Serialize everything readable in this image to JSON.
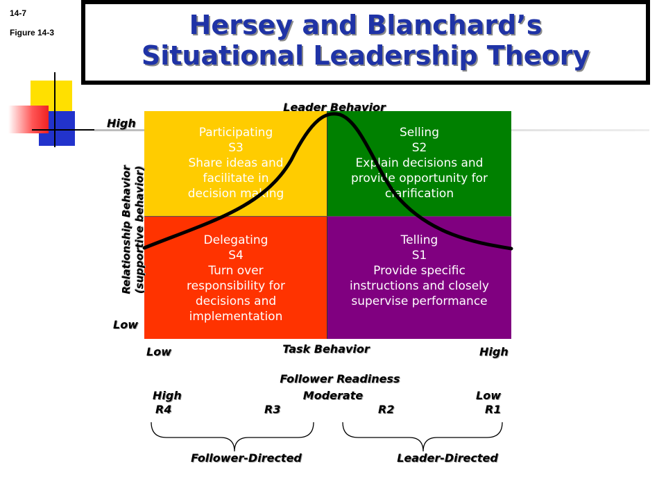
{
  "slide_number": "14-7",
  "figure_number": "Figure 14-3",
  "title": {
    "line1": "Hersey and Blanchard’s",
    "line2": "Situational Leadership Theory"
  },
  "axes": {
    "top": "Leader Behavior",
    "y_high": "High",
    "y_low": "Low",
    "y_label_line1": "Relationship Behavior",
    "y_label_line2": "(supportive behavior)",
    "x_low": "Low",
    "x_high": "High",
    "x_label": "Task Behavior"
  },
  "quadrants": {
    "s3": {
      "name": "Participating",
      "code": "S3",
      "desc": [
        "Share ideas and",
        "facilitate in",
        "decision making"
      ],
      "color": "#ffcc00"
    },
    "s2": {
      "name": "Selling",
      "code": "S2",
      "desc": [
        "Explain decisions and",
        "provide opportunity for",
        "clarification"
      ],
      "color": "#008000"
    },
    "s4": {
      "name": "Delegating",
      "code": "S4",
      "desc": [
        "Turn over",
        "responsibility for",
        "decisions and",
        "implementation"
      ],
      "color": "#ff3300"
    },
    "s1": {
      "name": "Telling",
      "code": "S1",
      "desc": [
        "Provide specific",
        "instructions and closely",
        "supervise performance"
      ],
      "color": "#800080"
    }
  },
  "readiness": {
    "title": "Follower Readiness",
    "high": "High",
    "moderate": "Moderate",
    "low": "Low",
    "r4": "R4",
    "r3": "R3",
    "r2": "R2",
    "r1": "R1",
    "follower_directed": "Follower-Directed",
    "leader_directed": "Leader-Directed"
  }
}
